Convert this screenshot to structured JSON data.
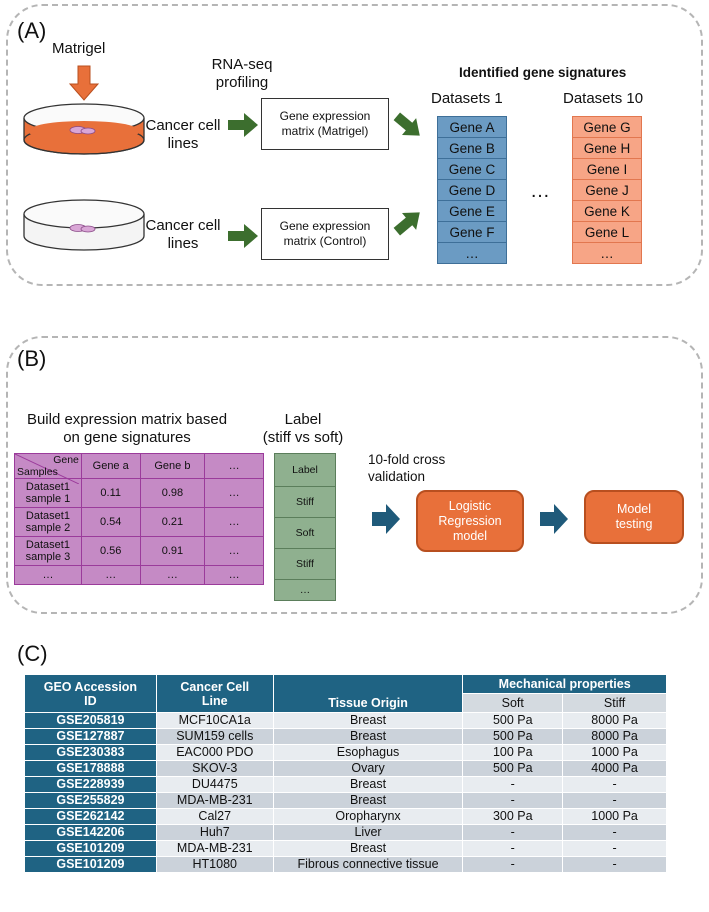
{
  "panel_a": {
    "label": "(A)",
    "matrigel": "Matrigel",
    "rna_seq": [
      "RNA-seq",
      "profiling"
    ],
    "cell_lines_top": [
      "Cancer cell",
      "lines"
    ],
    "cell_lines_bottom": [
      "Cancer cell",
      "lines"
    ],
    "matrix_top": [
      "Gene expression",
      "matrix (Matrigel)"
    ],
    "matrix_bottom": [
      "Gene expression",
      "matrix (Control)"
    ],
    "signatures_title": "Identified gene signatures",
    "dataset1_title": "Datasets 1",
    "dataset10_title": "Datasets 10",
    "ellipsis": "…",
    "dataset1_genes": [
      "Gene A",
      "Gene B",
      "Gene C",
      "Gene D",
      "Gene E",
      "Gene F",
      "…"
    ],
    "dataset10_genes": [
      "Gene G",
      "Gene H",
      "Gene I",
      "Gene J",
      "Gene K",
      "Gene L",
      "…"
    ]
  },
  "panel_b": {
    "label": "(B)",
    "matrix_title": [
      "Build expression matrix based",
      "on gene signatures"
    ],
    "label_title": [
      "Label",
      "(stiff vs soft)"
    ],
    "header_gene": "Gene",
    "header_samples": "Samples",
    "columns": [
      "Gene a",
      "Gene b",
      "…"
    ],
    "rows": [
      {
        "name": [
          "Dataset1",
          "sample 1"
        ],
        "a": "0.11",
        "b": "0.98",
        "c": "…"
      },
      {
        "name": [
          "Dataset1",
          "sample 2"
        ],
        "a": "0.54",
        "b": "0.21",
        "c": "…"
      },
      {
        "name": [
          "Dataset1",
          "sample 3"
        ],
        "a": "0.56",
        "b": "0.91",
        "c": "…"
      },
      {
        "name": [
          "…",
          ""
        ],
        "a": "…",
        "b": "…",
        "c": "…"
      }
    ],
    "labels": [
      "Label",
      "Stiff",
      "Soft",
      "Stiff",
      "…"
    ],
    "cv_text": [
      "10-fold cross",
      "validation"
    ],
    "lr_model": [
      "Logistic",
      "Regression",
      "model"
    ],
    "model_testing": [
      "Model",
      "testing"
    ]
  },
  "panel_c": {
    "label": "(C)",
    "headers": {
      "geo": [
        "GEO Accession",
        "ID"
      ],
      "cell_line": [
        "Cancer Cell",
        "Line"
      ],
      "tissue": "Tissue Origin",
      "mech": "Mechanical properties",
      "soft": "Soft",
      "stiff": "Stiff"
    },
    "rows": [
      [
        "GSE205819",
        "MCF10CA1a",
        "Breast",
        "500 Pa",
        "8000 Pa"
      ],
      [
        "GSE127887",
        "SUM159 cells",
        "Breast",
        "500 Pa",
        "8000 Pa"
      ],
      [
        "GSE230383",
        "EAC000 PDO",
        "Esophagus",
        "100 Pa",
        "1000 Pa"
      ],
      [
        "GSE178888",
        "SKOV-3",
        "Ovary",
        "500 Pa",
        "4000 Pa"
      ],
      [
        "GSE228939",
        "DU4475",
        "Breast",
        "-",
        "-"
      ],
      [
        "GSE255829",
        "MDA-MB-231",
        "Breast",
        "-",
        "-"
      ],
      [
        "GSE262142",
        "Cal27",
        "Oropharynx",
        "300 Pa",
        "1000 Pa"
      ],
      [
        "GSE142206",
        "Huh7",
        "Liver",
        "-",
        "-"
      ],
      [
        "GSE101209",
        "MDA-MB-231",
        "Breast",
        "-",
        "-"
      ],
      [
        "GSE101209",
        "HT1080",
        "Fibrous connective  tissue",
        "-",
        "-"
      ]
    ]
  },
  "colors": {
    "arrow_green": "#3c6e2e",
    "arrow_blue": "#1f5a7a",
    "matrigel": "#e8703a",
    "gene_blue": "#6b9bc3",
    "gene_red": "#f7a586",
    "matrix_purple": "#c58ac5",
    "label_green": "#8fb08f",
    "table_header": "#1f6383"
  }
}
